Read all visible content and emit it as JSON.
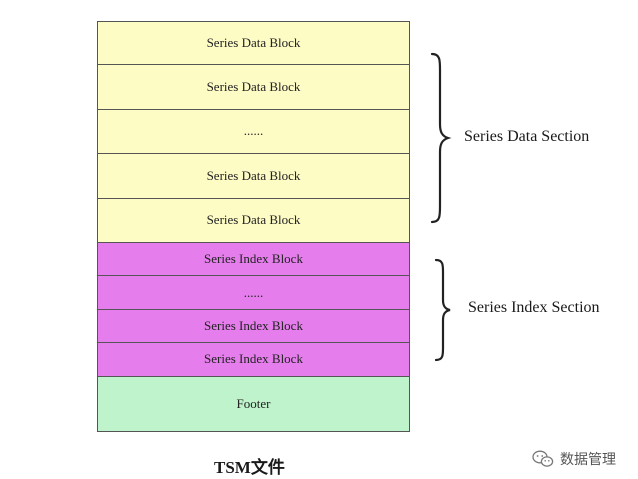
{
  "diagram": {
    "blocks": [
      {
        "label": "Series Data Block",
        "kind": "data"
      },
      {
        "label": "Series Data Block",
        "kind": "data"
      },
      {
        "label": "......",
        "kind": "data"
      },
      {
        "label": "Series Data Block",
        "kind": "data"
      },
      {
        "label": "Series Data Block",
        "kind": "data"
      },
      {
        "label": "Series Index Block",
        "kind": "index"
      },
      {
        "label": "......",
        "kind": "index"
      },
      {
        "label": "Series Index Block",
        "kind": "index"
      },
      {
        "label": "Series Index Block",
        "kind": "index"
      },
      {
        "label": "Footer",
        "kind": "footer"
      }
    ],
    "sections": {
      "data_label": "Series Data Section",
      "index_label": "Series Index Section"
    },
    "title": "TSM文件",
    "watermark": "数据管理",
    "colors": {
      "data_block": "#fefcc5",
      "index_block": "#e57eec",
      "footer_block": "#bff3cb",
      "border": "#555555"
    },
    "icons": {
      "watermark": "wechat-icon"
    }
  }
}
